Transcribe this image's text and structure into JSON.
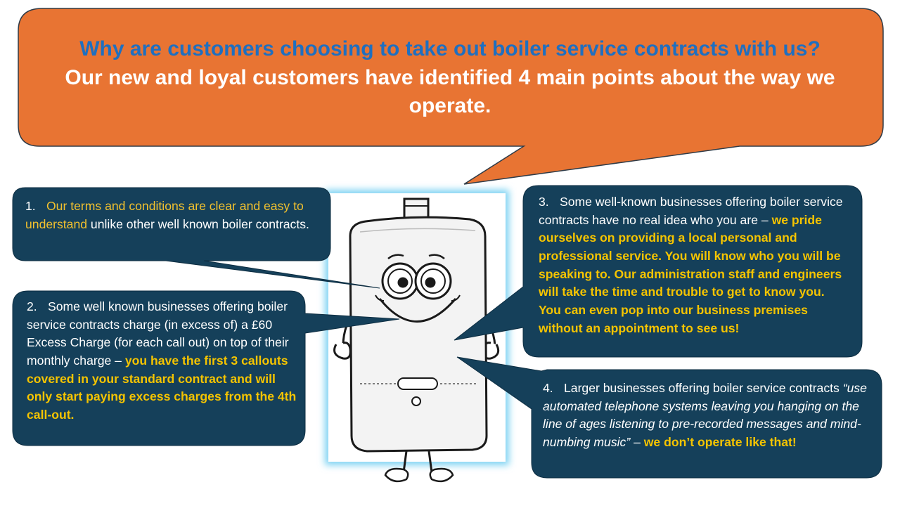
{
  "title": {
    "question": "Why are customers choosing to take out boiler service contracts with us?",
    "subtitle": "Our new and loyal customers have identified 4 main points about the way we operate."
  },
  "points": [
    {
      "number": "1.",
      "highlight": "Our terms and conditions are clear and easy to understand",
      "text": " unlike other well known boiler contracts."
    },
    {
      "number": "2.",
      "text": "Some well known businesses offering boiler service contracts charge (in excess of) a £60 Excess Charge (for each call out) on top of their monthly charge – ",
      "highlight": "you  have the first 3 callouts covered in your standard contract and will only start  paying excess charges from the 4th call-out."
    },
    {
      "number": "3.",
      "text": "Some well-known businesses offering boiler service contracts have no real idea who you are – ",
      "highlight": "we pride ourselves on providing a local personal and professional service. You will know who you will  be speaking to. Our administration staff and engineers will take the time and trouble to get to know you. You can even pop into our business premises without an appointment to see us!"
    },
    {
      "number": "4.",
      "text": "Larger businesses offering boiler service contracts ",
      "quote": "“use automated telephone systems leaving you hanging on the line of ages listening to pre-recorded messages and mind-numbing music”",
      "dash": " – ",
      "highlight": "we don’t operate like that!"
    }
  ],
  "colors": {
    "orange": "#e87433",
    "navy": "#15405a",
    "blue_title": "#1f6fc0",
    "yellow": "#f5c400",
    "glow": "#7fd3f3"
  },
  "icons": [
    "boiler-mascot-illustration"
  ]
}
